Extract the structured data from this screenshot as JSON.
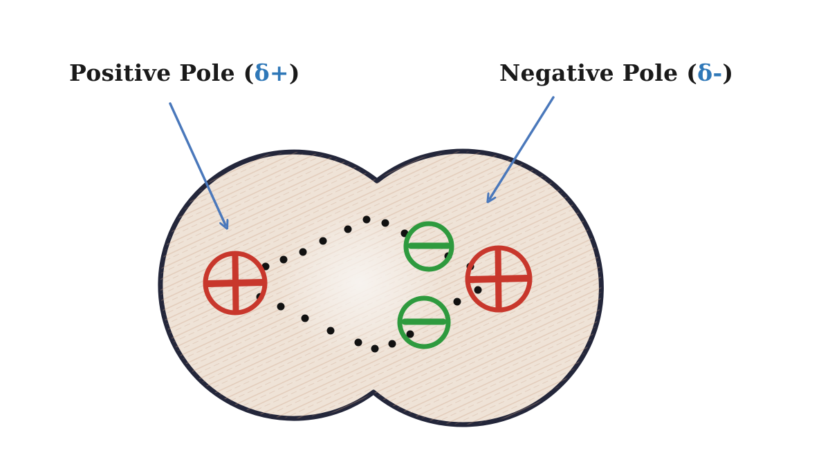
{
  "labels": {
    "positive": {
      "text": "Positive Pole (",
      "symbol": "δ+",
      "close": ")"
    },
    "negative": {
      "text": "Negative Pole (",
      "symbol": "δ-",
      "close": ")"
    }
  },
  "colors": {
    "outline": "#23263a",
    "fill": "#efe3d7",
    "texture": "#c79a7e",
    "arrow": "#4a78bb",
    "delta_text": "#2f78b8",
    "positive_charge": "#c8372c",
    "negative_charge": "#2e9a3e",
    "electron_dot": "#111111"
  },
  "charges": [
    {
      "kind": "positive",
      "icon": "plus-charge-icon"
    },
    {
      "kind": "negative",
      "icon": "minus-charge-icon"
    },
    {
      "kind": "negative",
      "icon": "minus-charge-icon"
    },
    {
      "kind": "positive",
      "icon": "plus-charge-icon"
    }
  ]
}
